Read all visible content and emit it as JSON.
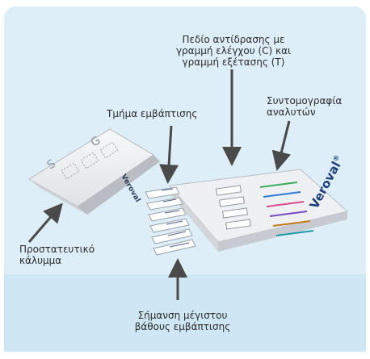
{
  "labels": {
    "reaction_field": [
      "Πεδίο αντίδρασης με",
      "γραμμή ελέγχου (C) και",
      "γραμμή εξέτασης (T)"
    ],
    "dip_section": "Τμήμα εμβάπτισης",
    "analyte_abbreviations": [
      "Συντομογραφία",
      "αναλυτών"
    ],
    "protective_cap": [
      "Προστατευτικό",
      "κάλυμμα"
    ],
    "max_dip_mark": [
      "Σήμανση μέγιστου",
      "βάθους εμβάπτισης"
    ]
  },
  "device": {
    "brand": "Veroval",
    "registered_mark": "®",
    "cap_brand": "Veroval"
  },
  "colors": {
    "panel_bg": "#ddeef8",
    "band_bg": "#cfe6f4",
    "arrow": "#4a4a4a",
    "brand_blue": "#1f3f7a"
  }
}
